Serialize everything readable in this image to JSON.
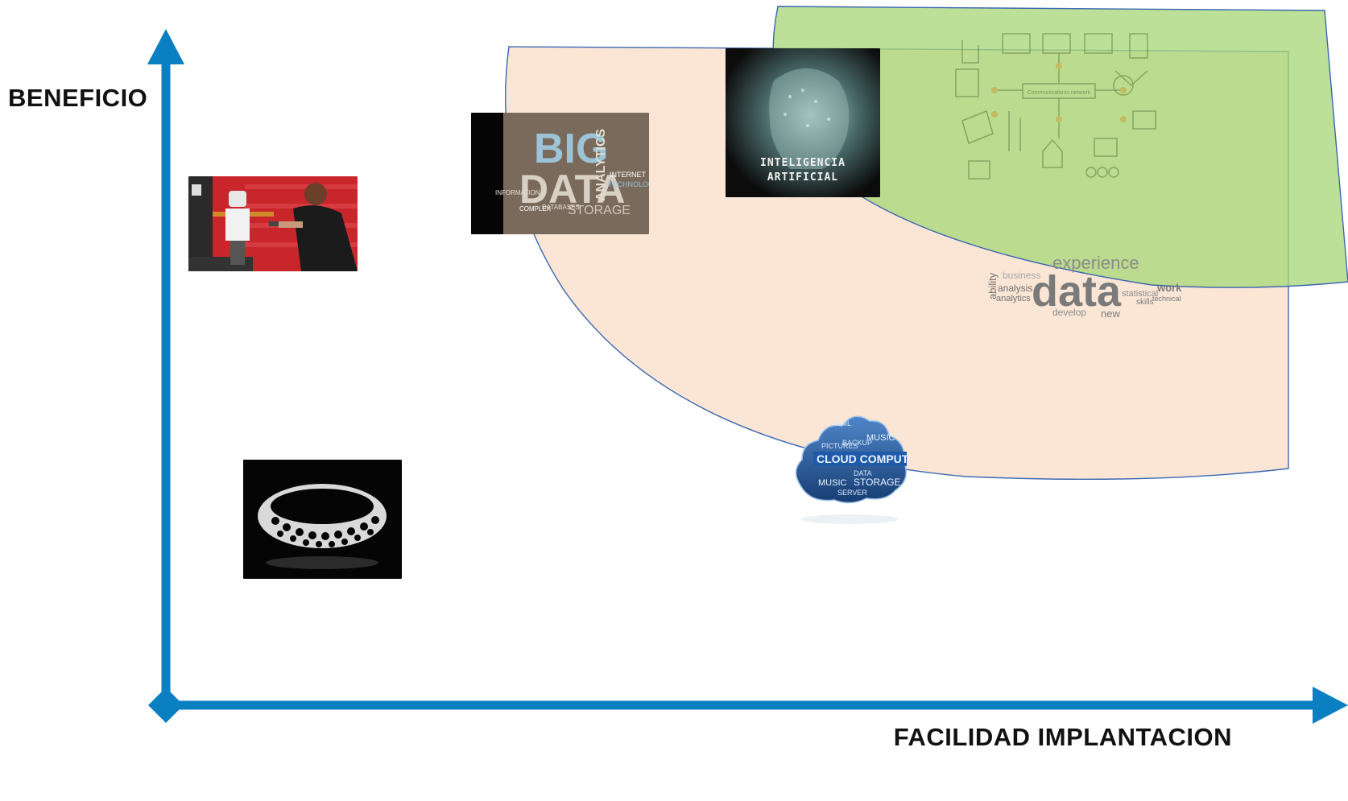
{
  "axes": {
    "y_label": "BENEFICIO",
    "x_label": "FACILIDAD IMPLANTACION"
  },
  "colors": {
    "axis": "#0a7fc2",
    "adoption_zone_fill": "#fbe6d5",
    "adoption_zone_stroke": "#3b67b1",
    "priority_zone_fill": "#a9d77a",
    "priority_zone_stroke": "#3b67b1"
  },
  "technologies": {
    "robotics": {
      "icon": "robot-photo-icon"
    },
    "printing_3d": {
      "icon": "3d-printed-bracelet-icon"
    },
    "big_data": {
      "icon": "big-data-word-cloud-icon",
      "word_big": "BIG",
      "word_data": "DATA",
      "word_analytics": "ANALYTICS",
      "word_storage": "STORAGE",
      "word_technologies": "TECHNOLOGIES",
      "word_information": "INFORMATION",
      "word_databases": "DATABASES",
      "word_complex": "COMPLEX",
      "word_internet": "INTERNET"
    },
    "artificial_intelligence": {
      "icon": "ai-head-icon",
      "line1": "INTELIGENCIA",
      "line2": "ARTIFICIAL"
    },
    "cloud_computing": {
      "icon": "cloud-computing-icon",
      "headline": "CLOUD COMPUTING",
      "word_music": "MUSIC",
      "word_storage": "STORAGE",
      "word_backup": "BACKUP",
      "word_pictures": "PICTURES",
      "word_mail": "MAIL",
      "word_server": "SERVER",
      "word_data": "DATA"
    },
    "data_science": {
      "icon": "data-word-cloud-icon",
      "word_main": "data",
      "word_experience": "experience",
      "word_analysis": "analysis",
      "word_analytics": "analytics",
      "word_business": "business",
      "word_develop": "develop",
      "word_ability": "ability",
      "word_statistical": "statistical",
      "word_work": "work",
      "word_skills": "skills",
      "word_technical": "technical",
      "word_new": "new"
    },
    "smart_grid": {
      "icon": "smart-grid-diagram-icon",
      "hub_label": "Communications network"
    }
  }
}
